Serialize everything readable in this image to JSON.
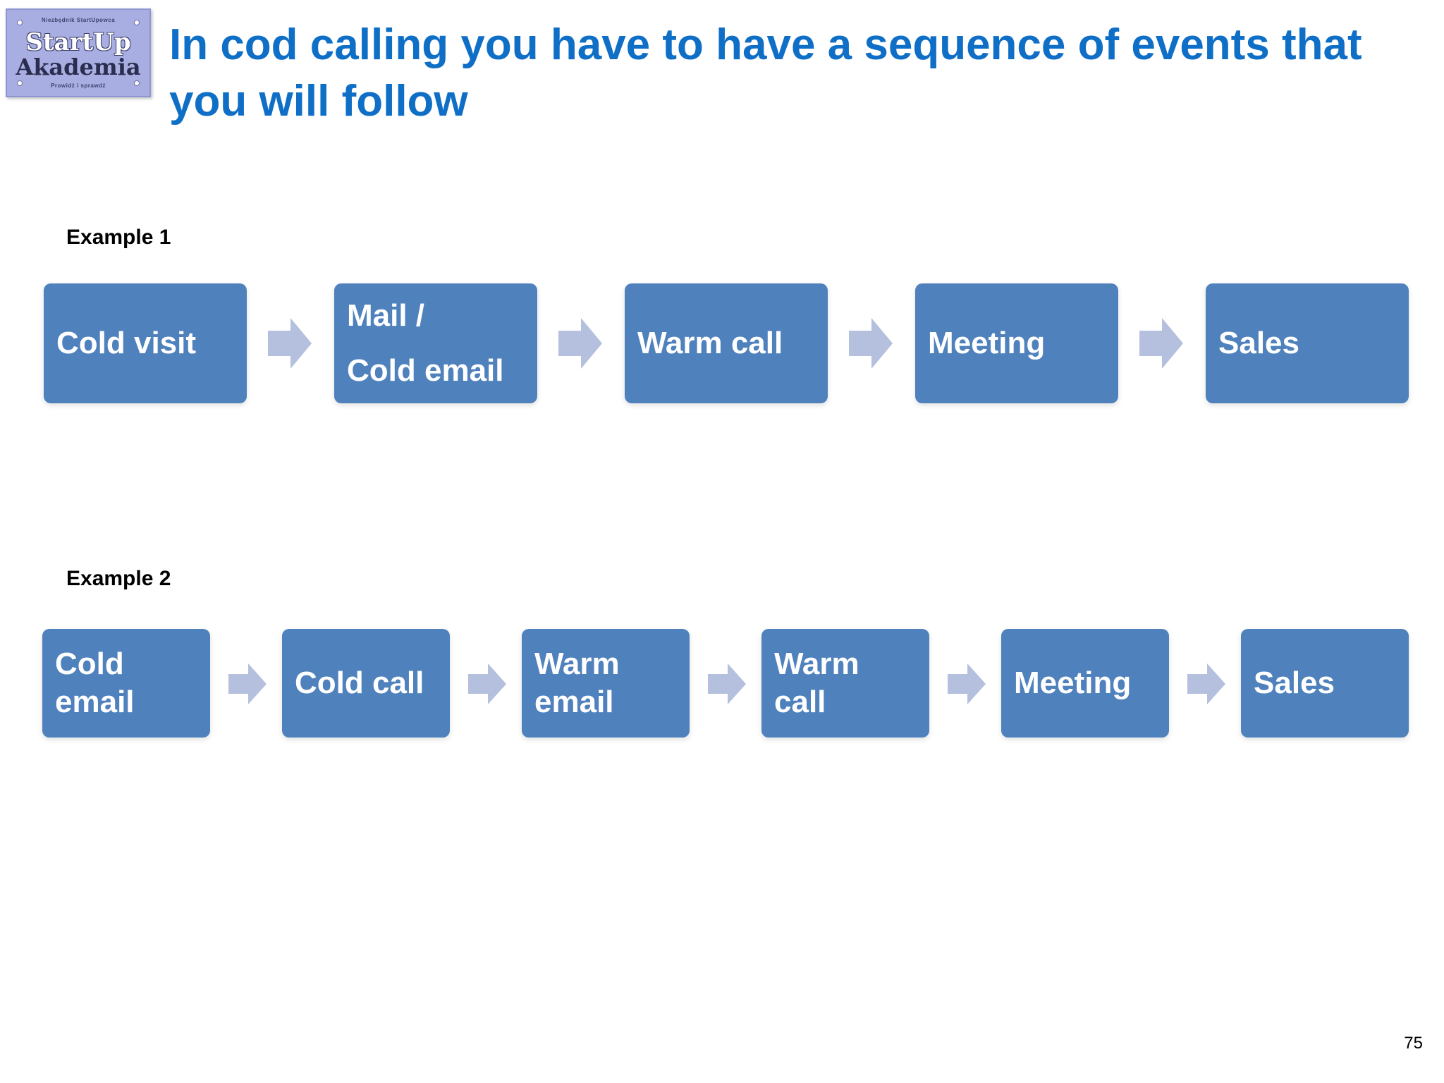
{
  "logo": {
    "tagline_top": "Niezbędnik StartUpowca",
    "line1": "StartUp",
    "line2": "Akademia",
    "tagline_bottom": "Prowidź i sprawdź"
  },
  "title": "In cod calling you have to have a sequence of events that you will follow",
  "example1": {
    "label": "Example 1",
    "steps": [
      "Cold visit",
      "Mail /\nCold email",
      "Warm call",
      "Meeting",
      "Sales"
    ]
  },
  "example2": {
    "label": "Example 2",
    "steps": [
      "Cold\nemail",
      "Cold call",
      "Warm\nemail",
      "Warm\ncall",
      "Meeting",
      "Sales"
    ]
  },
  "page_number": "75",
  "colors": {
    "title": "#0f6fc6",
    "box": "#4f81bd",
    "arrow": "#b4c0de",
    "logo_bg": "#a9aee2"
  },
  "icons": {
    "arrow": "right-arrow-icon"
  }
}
